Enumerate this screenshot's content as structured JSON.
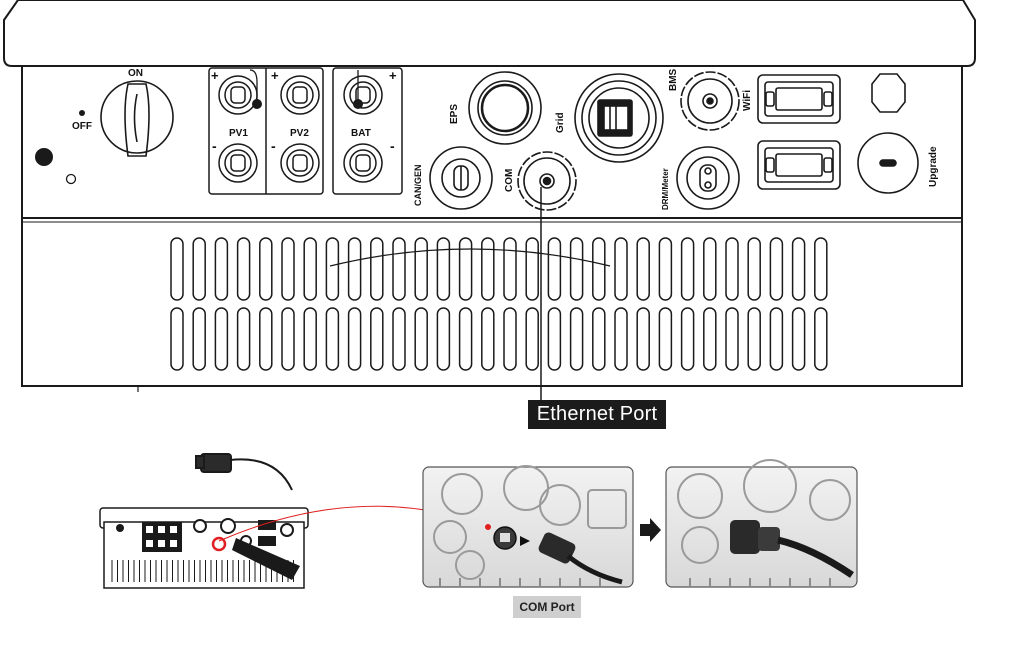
{
  "labels": {
    "on": "ON",
    "off": "OFF",
    "pv1": "PV1",
    "pv2": "PV2",
    "bat": "BAT",
    "plus": "+",
    "minus": "-",
    "eps": "EPS",
    "grid": "Grid",
    "can_gen": "CAN/GEN",
    "com": "COM",
    "bms": "BMS",
    "wifi": "WiFi",
    "drm_meter": "DRM/Meter",
    "upgrade": "Upgrade"
  },
  "callout": {
    "text": "Ethernet Port"
  },
  "caption": {
    "text": "COM Port"
  },
  "colors": {
    "line": "#1a1a1a",
    "callout_bg": "#1b1b1b",
    "callout_text": "#ffffff",
    "highlight": "#e02020",
    "photo_bg": "#e6e6e6"
  },
  "icons": [
    "arrow-right-icon",
    "pointer-arrow-icon",
    "rj45-plug-icon"
  ]
}
